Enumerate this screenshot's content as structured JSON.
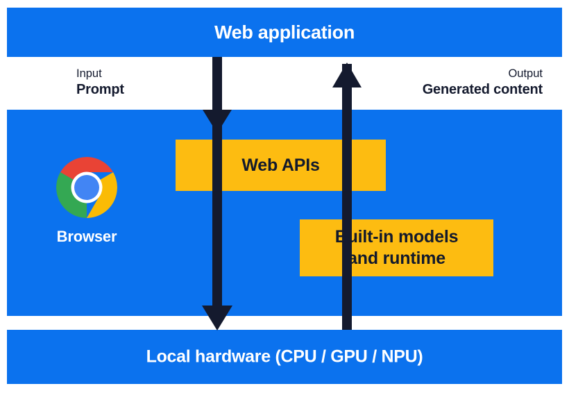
{
  "diagram": {
    "title_top": "Web application",
    "title_bottom": "Local hardware (CPU / GPU / NPU)",
    "colors": {
      "band_blue": "#0b72ee",
      "box_yellow": "#fdbc11",
      "arrow_navy": "#141a2e",
      "text_white": "#ffffff"
    }
  },
  "captions": {
    "input": {
      "kind": "Input",
      "value": "Prompt"
    },
    "output": {
      "kind": "Output",
      "value": "Generated content"
    }
  },
  "browser": {
    "label": "Browser",
    "logo_name": "chrome-logo",
    "logo_colors": {
      "red": "#e94335",
      "yellow": "#fabb05",
      "green": "#34a853",
      "blue": "#4285f4",
      "ring": "#ffffff"
    }
  },
  "boxes": [
    {
      "id": "web-apis",
      "label": "Web APIs"
    },
    {
      "id": "built-in-models",
      "label": "Built-in models\nand runtime",
      "line1": "Built-in models",
      "line2": "and runtime"
    }
  ],
  "arrows": [
    {
      "id": "down-arrow",
      "direction": "down",
      "meaning": "prompt-flow-downward"
    },
    {
      "id": "up-arrow",
      "direction": "up",
      "meaning": "generated-content-flow-upward"
    }
  ]
}
